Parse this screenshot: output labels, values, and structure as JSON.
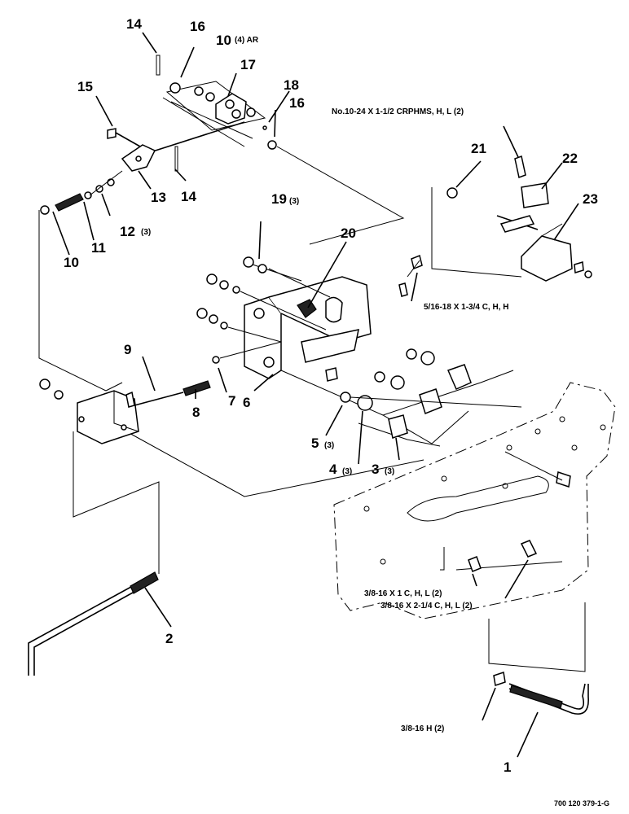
{
  "callouts": [
    {
      "id": "c1",
      "text": "1"
    },
    {
      "id": "c2",
      "text": "2"
    },
    {
      "id": "c3",
      "text": "3"
    },
    {
      "id": "c3q",
      "text": "(3)"
    },
    {
      "id": "c4",
      "text": "4"
    },
    {
      "id": "c4q",
      "text": "(3)"
    },
    {
      "id": "c5",
      "text": "5"
    },
    {
      "id": "c5q",
      "text": "(3)"
    },
    {
      "id": "c6",
      "text": "6"
    },
    {
      "id": "c7",
      "text": "7"
    },
    {
      "id": "c8",
      "text": "8"
    },
    {
      "id": "c9",
      "text": "9"
    },
    {
      "id": "c10a",
      "text": "10"
    },
    {
      "id": "c10aq",
      "text": "(4) AR"
    },
    {
      "id": "c10b",
      "text": "10"
    },
    {
      "id": "c11",
      "text": "11"
    },
    {
      "id": "c12",
      "text": "12"
    },
    {
      "id": "c12q",
      "text": "(3)"
    },
    {
      "id": "c13",
      "text": "13"
    },
    {
      "id": "c14a",
      "text": "14"
    },
    {
      "id": "c14b",
      "text": "14"
    },
    {
      "id": "c15",
      "text": "15"
    },
    {
      "id": "c16a",
      "text": "16"
    },
    {
      "id": "c16b",
      "text": "16"
    },
    {
      "id": "c17",
      "text": "17"
    },
    {
      "id": "c18",
      "text": "18"
    },
    {
      "id": "c19",
      "text": "19"
    },
    {
      "id": "c19q",
      "text": "(3)"
    },
    {
      "id": "c20",
      "text": "20"
    },
    {
      "id": "c21",
      "text": "21"
    },
    {
      "id": "c22",
      "text": "22"
    },
    {
      "id": "c23",
      "text": "23"
    }
  ],
  "hardware_labels": {
    "screw_10_24": "No.10-24 X 1-1/2 CRPHMS, H, L (2)",
    "bolt_5_16": "5/16-18 X 1-3/4 C, H, H",
    "bolt_3_8_1": "3/8-16 X 1 C, H, L (2)",
    "bolt_3_8_2_1_4": "3/8-16 X 2-1/4 C, H, L (2)",
    "nut_3_8": "3/8-16 H (2)"
  },
  "drawing_number": "700 120 379-1-G"
}
